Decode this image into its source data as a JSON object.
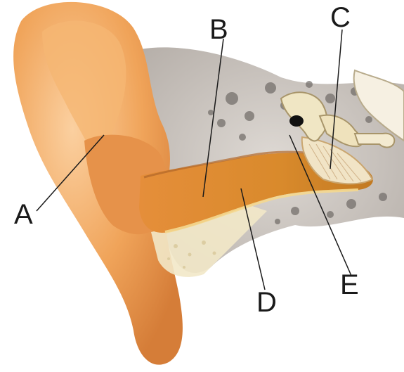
{
  "labels": {
    "a": "A",
    "b": "B",
    "c": "C",
    "d": "D",
    "e": "E"
  },
  "colors": {
    "skin": "#f0a45a",
    "skin_light": "#f8c48a",
    "skin_dark": "#c8702e",
    "canal": "#e7902f",
    "bone": "#bdb5ad",
    "bone_dark": "#7f7a76",
    "cartilage": "#f2e8c8",
    "ossicle": "#f0e6c4",
    "line": "#1a1a1a"
  }
}
